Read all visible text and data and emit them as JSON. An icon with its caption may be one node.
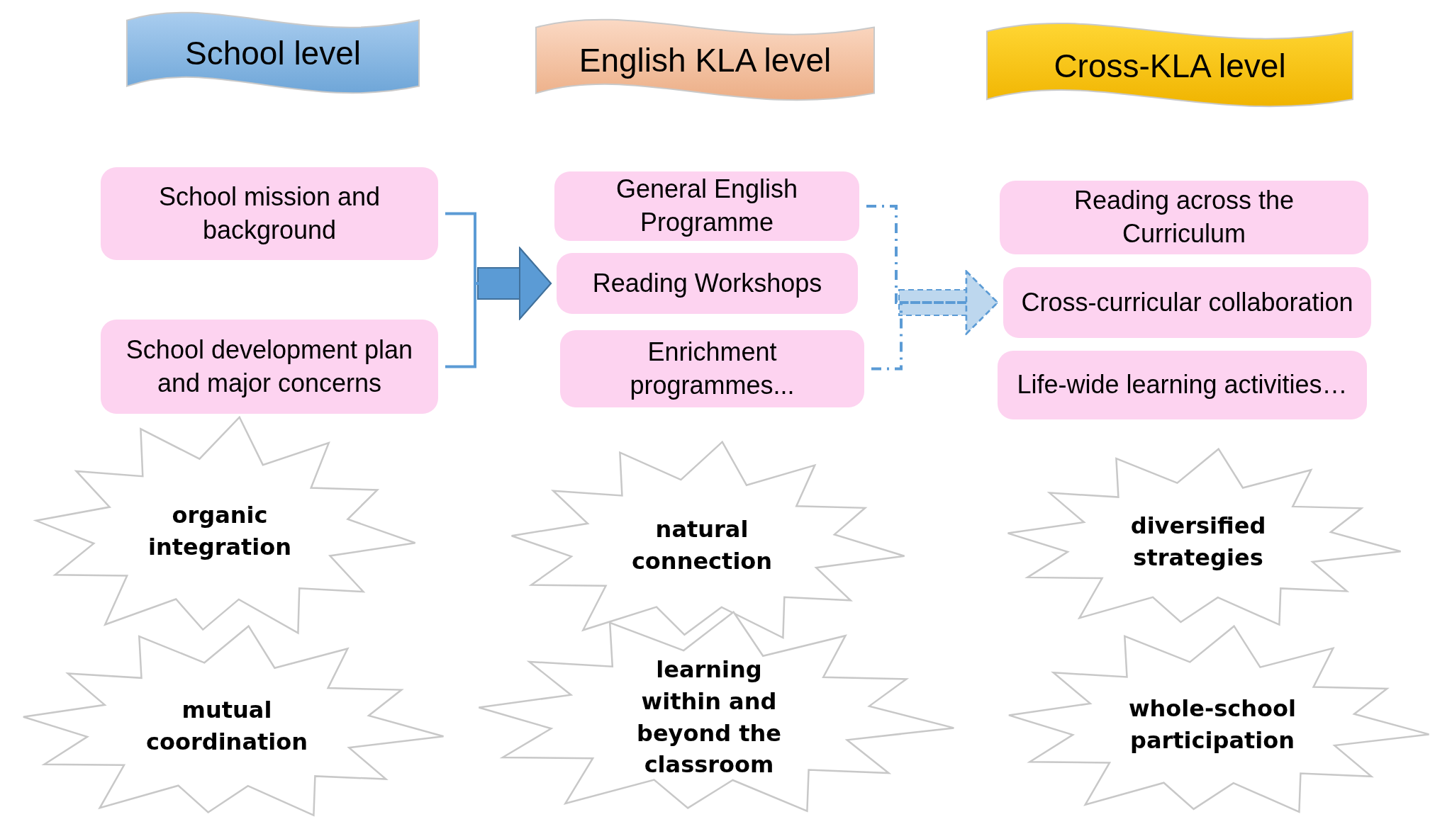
{
  "diagram": {
    "nodes": [
      {
        "text": [
          "School level"
        ]
      },
      {
        "text": [
          "English KLA level"
        ]
      },
      {
        "text": [
          "Cross-KLA level"
        ]
      },
      {
        "text": [
          "School mission and background"
        ]
      },
      {
        "text": [
          "School development plan and major concerns"
        ]
      },
      {
        "text": [
          "General English Programme"
        ]
      },
      {
        "text": [
          "Reading Workshops"
        ]
      },
      {
        "text": [
          "Enrichment programmes..."
        ]
      },
      {
        "text": [
          "Reading across the Curriculum"
        ]
      },
      {
        "text": [
          "Cross-curricular collaboration"
        ]
      },
      {
        "text": [
          "Life-wide learning activities…"
        ]
      },
      {
        "text": [
          "organic integration"
        ]
      },
      {
        "text": [
          "natural connection"
        ]
      },
      {
        "text": [
          "diversified strategies"
        ]
      },
      {
        "text": [
          "mutual coordination"
        ]
      },
      {
        "text": [
          "learning within and beyond the classroom"
        ]
      },
      {
        "text": [
          "whole-school participation"
        ]
      }
    ],
    "edges": [
      {
        "from": 3,
        "to": 6,
        "arrow": "to"
      },
      {
        "from": 4,
        "to": 6,
        "arrow": "to"
      },
      {
        "from": 5,
        "to": 9,
        "arrow": "to",
        "style": "dashed"
      },
      {
        "from": 7,
        "to": 9,
        "arrow": "to",
        "style": "dashed"
      }
    ]
  }
}
